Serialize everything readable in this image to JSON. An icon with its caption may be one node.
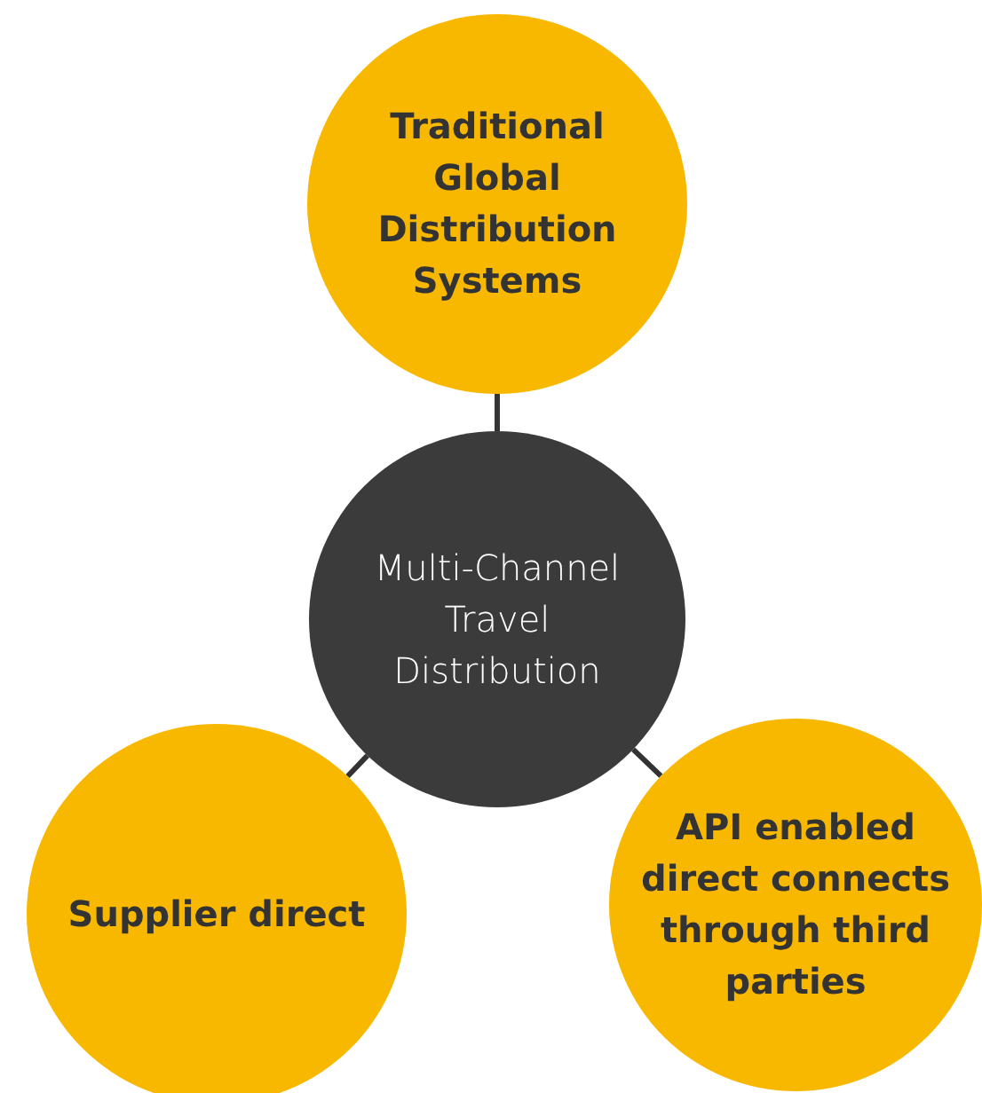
{
  "diagram": {
    "nodes": [
      {
        "text": [
          "Traditional Global Distribution Systems"
        ]
      },
      {
        "text": [
          "Multi-Channel Travel Distribution"
        ]
      },
      {
        "text": [
          "Supplier direct"
        ]
      },
      {
        "text": [
          "API enabled direct connects through third parties"
        ]
      }
    ],
    "edges": [
      {
        "from": 1,
        "to": 0,
        "arrow": "none"
      },
      {
        "from": 1,
        "to": 2,
        "arrow": "none"
      },
      {
        "from": 1,
        "to": 3,
        "arrow": "none"
      }
    ]
  }
}
